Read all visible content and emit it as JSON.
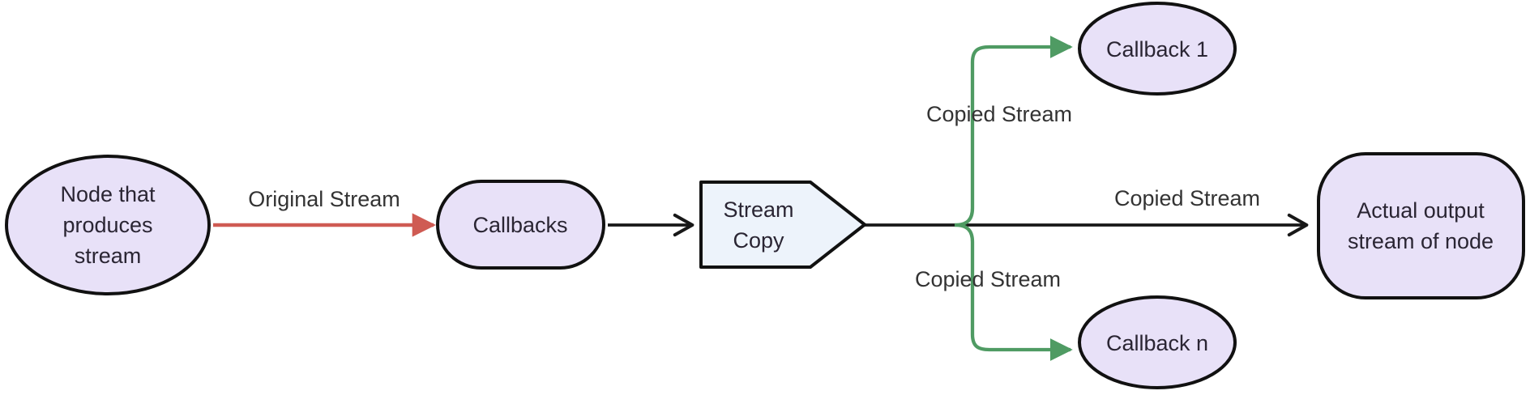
{
  "diagram": {
    "type": "flowchart",
    "colors": {
      "background": "#ffffff",
      "node_border": "#111111",
      "node_fill_purple": "#e8e1f8",
      "node_fill_blue": "#edf3fb",
      "node_text": "#2a2533",
      "edge_label_text": "#333333",
      "black_edge": "#181818",
      "red_edge": "#cf5b53",
      "green_edge": "#4f9b63"
    },
    "nodes": [
      {
        "id": "producer",
        "shape": "ellipse",
        "label": "Node that produces stream",
        "lines": [
          "Node that",
          "produces",
          "stream"
        ],
        "fill": "#e8e1f8"
      },
      {
        "id": "callbacks",
        "shape": "stadium",
        "label": "Callbacks",
        "lines": [
          "Callbacks"
        ],
        "fill": "#e8e1f8"
      },
      {
        "id": "stream_copy",
        "shape": "right-point-pentagon",
        "label": "Stream Copy",
        "lines": [
          "Stream",
          "Copy"
        ],
        "fill": "#edf3fb"
      },
      {
        "id": "callback_1",
        "shape": "ellipse",
        "label": "Callback 1",
        "lines": [
          "Callback 1"
        ],
        "fill": "#e8e1f8"
      },
      {
        "id": "callback_n",
        "shape": "ellipse",
        "label": "Callback n",
        "lines": [
          "Callback n"
        ],
        "fill": "#e8e1f8"
      },
      {
        "id": "output",
        "shape": "rounded-rect",
        "label": "Actual output stream of node",
        "lines": [
          "Actual output",
          "stream of node"
        ],
        "fill": "#e8e1f8"
      }
    ],
    "edges": [
      {
        "from": "producer",
        "to": "callbacks",
        "label": "Original Stream",
        "color": "#cf5b53",
        "arrowhead": "filled-triangle"
      },
      {
        "from": "callbacks",
        "to": "stream_copy",
        "label": "",
        "color": "#181818",
        "arrowhead": "open-chevron"
      },
      {
        "from": "stream_copy",
        "to": "callback_1",
        "label": "Copied Stream",
        "color": "#4f9b63",
        "arrowhead": "filled-triangle"
      },
      {
        "from": "stream_copy",
        "to": "callback_n",
        "label": "Copied Stream",
        "color": "#4f9b63",
        "arrowhead": "filled-triangle"
      },
      {
        "from": "stream_copy",
        "to": "output",
        "label": "Copied Stream",
        "color": "#181818",
        "arrowhead": "open-chevron"
      }
    ]
  }
}
